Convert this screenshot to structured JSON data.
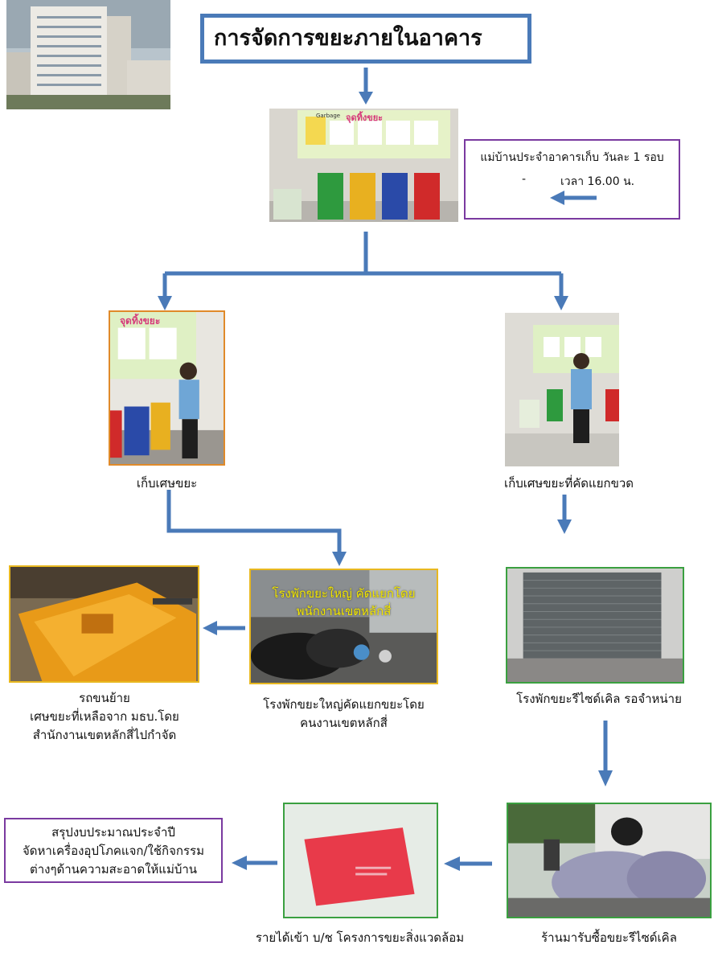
{
  "title": "การจัดการขยะภายในอาคาร",
  "note_housekeeper": {
    "line1": "แม่บ้านประจำอาคารเก็บ วันละ 1 รอบ",
    "dash": "-",
    "line2": "เวลา 16.00  น."
  },
  "captions": {
    "collect": "เก็บเศษขยะ",
    "collect_bottles": "เก็บเศษขยะที่คัดแยกขวด",
    "transfer_truck_1": "รถขนย้าย",
    "transfer_truck_2": "เศษขยะที่เหลือจาก มธบ.โดย",
    "transfer_truck_3": "สำนักงานเขตหลักสี่ไปกำจัด",
    "big_station_1": "โรงพักขยะใหญ่คัดแยกขยะโดย",
    "big_station_2": "คนงานเขตหลักสี่",
    "recycle_station": "โรงพักขยะรีไซด์เคิล รอจำหน่าย",
    "buyer_shop": "ร้านมารับซื้อขยะรีไซด์เคิล",
    "income": "รายได้เข้า บ/ช โครงการขยะสิ่งแวดล้อม"
  },
  "photo_overlay": {
    "line1": "โรงพักขยะใหญ่ คัดแยกโดย",
    "line2": "พนักงานเขตหลักสี่"
  },
  "summary_box": {
    "line1": "สรุปงบประมาณประจำปี",
    "line2": "จัดหาเครื่องอุปโภคแจก/ใช้กิจกรรม",
    "line3": "ต่างๆด้านความสะอาดให้แม่บ้าน"
  },
  "poster_text": {
    "brand": "Garbage",
    "headline": "จุดทิ้งขยะ"
  },
  "colors": {
    "arrow": "#4a7ab8",
    "title_border": "#4a7ab8",
    "note_border": "#7a3aa0",
    "frame_orange": "#e08a2a",
    "frame_green": "#3aa040",
    "frame_yellow": "#e8b820",
    "overlay_text": "#f2e600"
  }
}
